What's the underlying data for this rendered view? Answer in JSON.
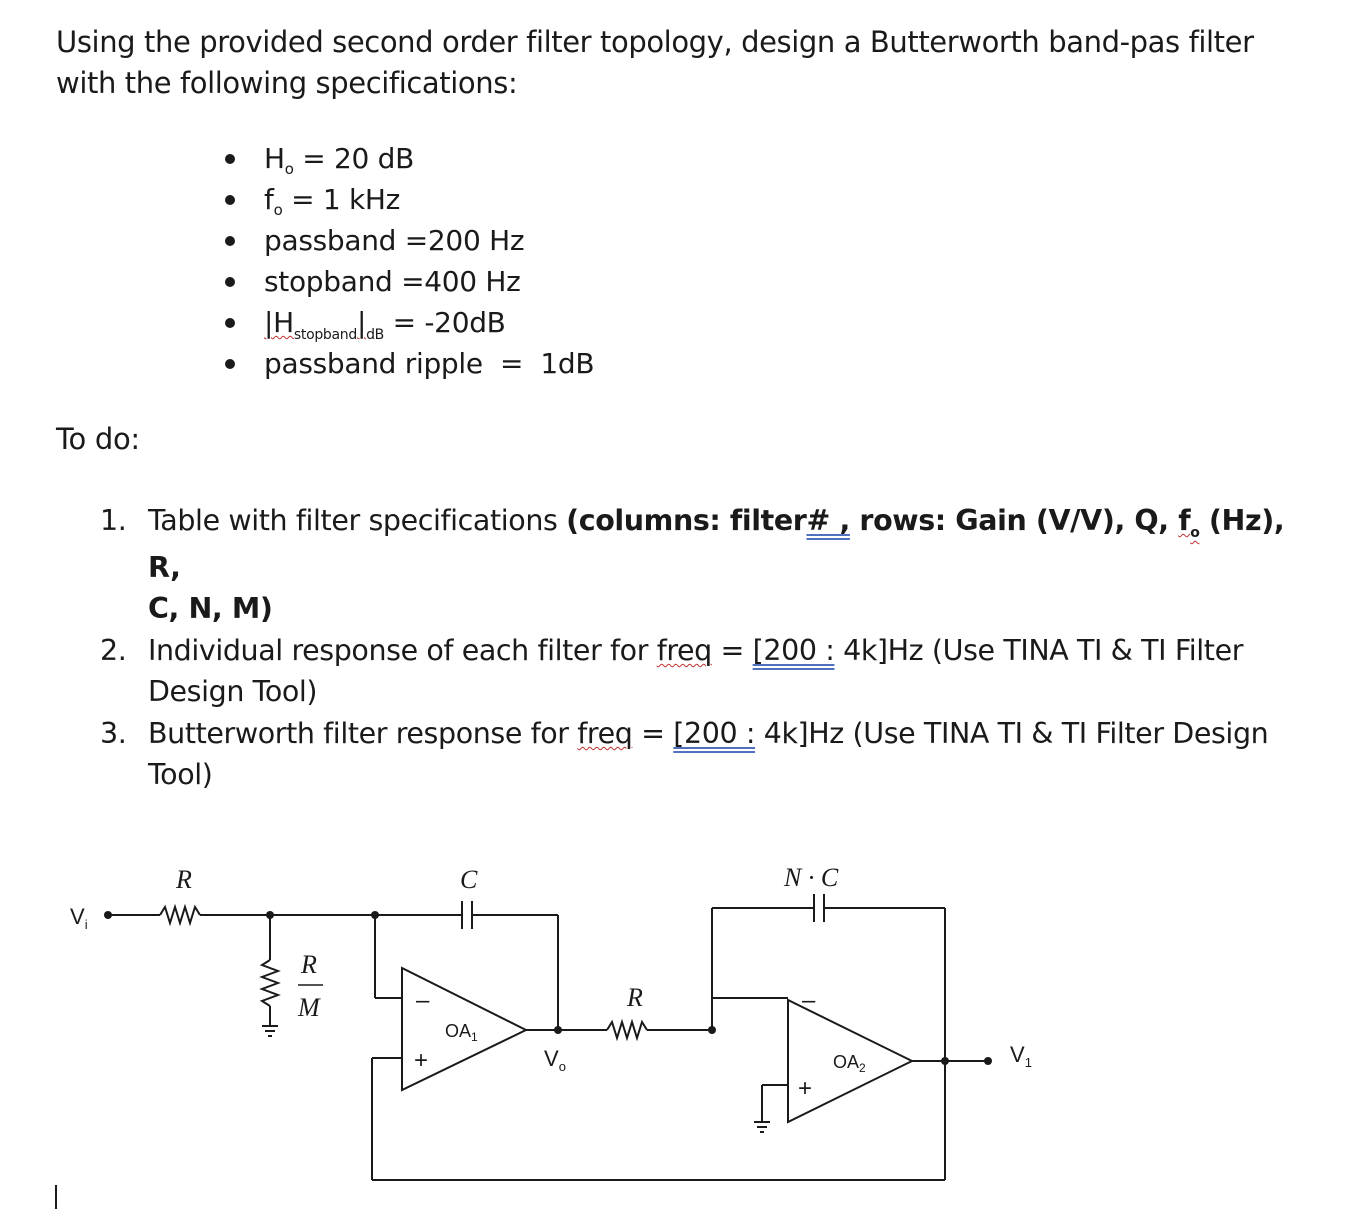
{
  "intro": {
    "line1": "Using the provided second order filter topology, design a Butterworth band-pas filter",
    "line2": "with the following specifications:"
  },
  "specs": [
    {
      "sym": "H",
      "sub": "o",
      "value": "= 20 dB"
    },
    {
      "sym": "f",
      "sub": "o",
      "value": "= 1 kHz"
    },
    {
      "text": "passband =200 Hz"
    },
    {
      "text": "stopband =400 Hz"
    },
    {
      "sym": "|H",
      "sub": "stopband",
      "mid": "|",
      "sub2": "dB",
      "value": "= -20dB"
    },
    {
      "text": "passband ripple  =  1dB"
    }
  ],
  "todo_label": "To do:",
  "tasks": [
    {
      "num": "1.",
      "p1": "Table with filter specifications ",
      "b1": "(columns: filter",
      "b2": "# ,",
      "b3": " rows: Gain (V/V), Q, ",
      "b4": "f",
      "b5": "o",
      "b6": " (Hz), R,",
      "b7": "C, N, M)"
    },
    {
      "num": "2.",
      "p1": "Individual response of each filter for ",
      "u1": "freq",
      "p2": " = ",
      "u2": "[200 :",
      "p3": " 4k]Hz (Use TINA TI & TI Filter",
      "p4": "Design Tool)"
    },
    {
      "num": "3.",
      "p1": "Butterworth filter response for ",
      "u1": "freq",
      "p2": " = ",
      "u2": "[200 :",
      "p3": " 4k]Hz (Use TINA TI & TI Filter Design",
      "p4": "Tool)"
    }
  ],
  "circuit": {
    "vin": "V",
    "vin_sub": "i",
    "r1": "R",
    "rm_num": "R",
    "rm_den": "M",
    "c1": "C",
    "oa1": "OA",
    "oa1_sub": "1",
    "vo": "V",
    "vo_sub": "o",
    "r2": "R",
    "nc": "N · C",
    "oa2": "OA",
    "oa2_sub": "2",
    "v1": "V",
    "v1_sub": "1",
    "minus": "–",
    "plus": "+"
  }
}
